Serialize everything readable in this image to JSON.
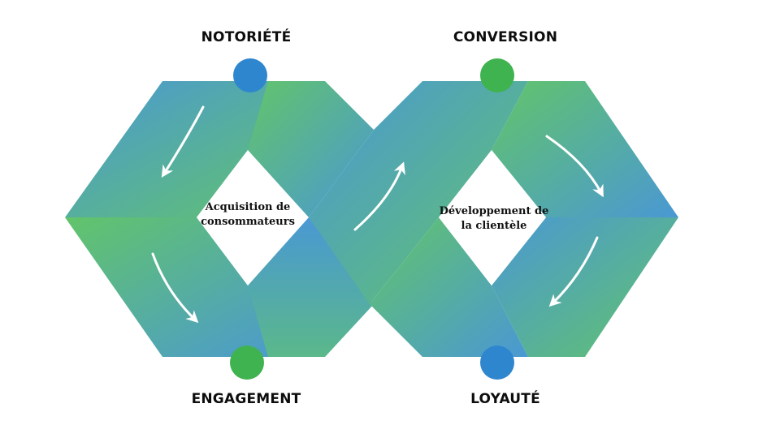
{
  "stages": {
    "top_left": "NOTORIÉTÉ",
    "top_right": "CONVERSION",
    "bottom_left": "ENGAGEMENT",
    "bottom_right": "LOYAUTÉ"
  },
  "centers": {
    "left_line1": "Acquisition de",
    "left_line2": "consommateurs",
    "right_line1": "Développement de",
    "right_line2": "la clientèle"
  },
  "colors": {
    "blue": "#4a98d4",
    "green": "#62c46a",
    "dot_blue": "#2e86cf",
    "dot_green": "#3fb34f"
  }
}
